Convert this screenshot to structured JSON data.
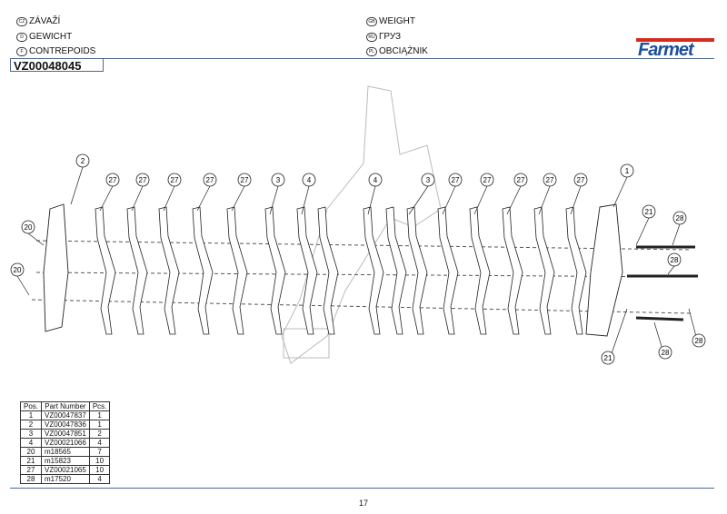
{
  "header": {
    "titles_left": [
      {
        "lang": "CZ",
        "text": "ZÁVAŽÍ"
      },
      {
        "lang": "D",
        "text": "GEWICHT"
      },
      {
        "lang": "F",
        "text": "CONTREPOIDS"
      }
    ],
    "titles_right": [
      {
        "lang": "GB",
        "text": "WEIGHT"
      },
      {
        "lang": "RU",
        "text": "ГРУЗ"
      },
      {
        "lang": "PL",
        "text": "OBCIĄŻNIK"
      }
    ],
    "code": "VZ00048045",
    "logo": "Farmet"
  },
  "callouts": [
    "2",
    "27",
    "27",
    "27",
    "27",
    "27",
    "3",
    "4",
    "4",
    "3",
    "27",
    "27",
    "27",
    "27",
    "27",
    "1",
    "21",
    "28",
    "28",
    "28",
    "28",
    "21",
    "20",
    "20"
  ],
  "parts_table": {
    "headers": [
      "Pos.",
      "Part Number",
      "Pcs."
    ],
    "rows": [
      [
        "1",
        "VZ00047837",
        "1"
      ],
      [
        "2",
        "VZ00047836",
        "1"
      ],
      [
        "3",
        "VZ00047851",
        "2"
      ],
      [
        "4",
        "VZ00021066",
        "4"
      ],
      [
        "20",
        "m18565",
        "7"
      ],
      [
        "21",
        "m15823",
        "10"
      ],
      [
        "27",
        "VZ00021065",
        "10"
      ],
      [
        "28",
        "m17520",
        "4"
      ]
    ]
  },
  "footer": {
    "page": "17"
  }
}
